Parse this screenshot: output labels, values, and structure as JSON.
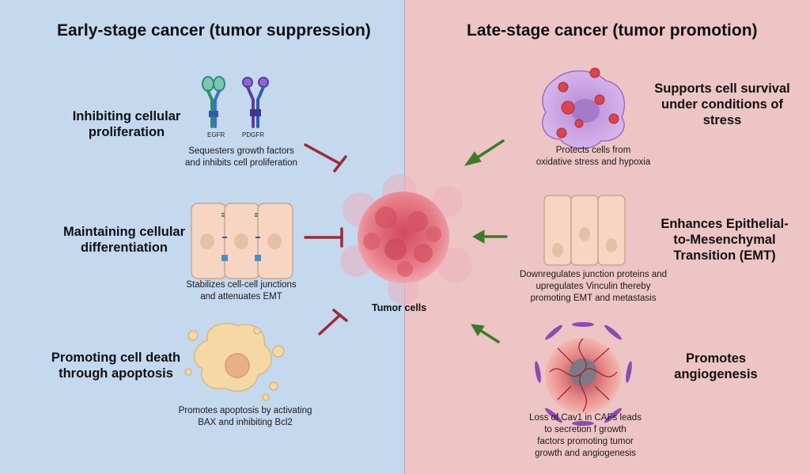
{
  "left": {
    "title": "Early-stage cancer (tumor suppression)",
    "sections": [
      {
        "heading": [
          "Inhibiting cellular",
          "proliferation"
        ],
        "caption": [
          "Sequesters growth factors",
          "and inhibits cell proliferation"
        ],
        "receptor_labels": [
          "EGFR",
          "PDGFR"
        ]
      },
      {
        "heading": [
          "Maintaining cellular",
          "differentiation"
        ],
        "caption": [
          "Stabilizes cell-cell junctions",
          "and attenuates EMT"
        ]
      },
      {
        "heading": [
          "Promoting cell death",
          "through apoptosis"
        ],
        "caption": [
          "Promotes apoptosis by activating",
          "BAX and inhibiting Bcl2"
        ]
      }
    ]
  },
  "right": {
    "title": "Late-stage cancer (tumor promotion)",
    "sections": [
      {
        "heading": [
          "Supports cell survival",
          "under conditions of",
          "stress"
        ],
        "caption": [
          "Protects cells from",
          "oxidative stress and hypoxia"
        ]
      },
      {
        "heading": [
          "Enhances Epithelial-",
          "to-Mesenchymal",
          "Transition (EMT)"
        ],
        "caption": [
          "Downregulates junction proteins and",
          "upregulates Vinculin thereby",
          "promoting EMT and metastasis"
        ]
      },
      {
        "heading": [
          "Promotes",
          "angiogenesis"
        ],
        "caption": [
          "Loss of Cav1 in CAFs leads",
          "to secretion f growth",
          "factors  promoting tumor",
          "growth and angiogenesis"
        ]
      }
    ]
  },
  "center": {
    "label": "Tumor cells"
  },
  "colors": {
    "left_background": "#c4d8ee",
    "right_background": "#edc5c5",
    "inhibit_arrow": "#9b2a36",
    "promote_arrow": "#3f7a2a",
    "tumor": "#e47b86"
  }
}
